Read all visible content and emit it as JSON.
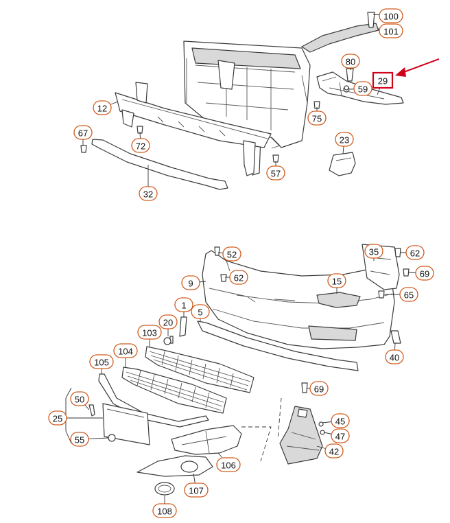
{
  "diagram": {
    "highlighted_part": "29",
    "accent_color": "#d05a1c",
    "highlight_color": "#d0021b",
    "callouts": [
      {
        "id": "c100",
        "label": "100"
      },
      {
        "id": "c101",
        "label": "101"
      },
      {
        "id": "c80",
        "label": "80"
      },
      {
        "id": "c29",
        "label": "29"
      },
      {
        "id": "c59",
        "label": "59"
      },
      {
        "id": "c75",
        "label": "75"
      },
      {
        "id": "c12",
        "label": "12"
      },
      {
        "id": "c67",
        "label": "67"
      },
      {
        "id": "c72",
        "label": "72"
      },
      {
        "id": "c23",
        "label": "23"
      },
      {
        "id": "c57",
        "label": "57"
      },
      {
        "id": "c32",
        "label": "32"
      },
      {
        "id": "c52",
        "label": "52"
      },
      {
        "id": "c35",
        "label": "35"
      },
      {
        "id": "c62a",
        "label": "62"
      },
      {
        "id": "c62b",
        "label": "62"
      },
      {
        "id": "c69a",
        "label": "69"
      },
      {
        "id": "c9",
        "label": "9"
      },
      {
        "id": "c15",
        "label": "15"
      },
      {
        "id": "c65",
        "label": "65"
      },
      {
        "id": "c1",
        "label": "1"
      },
      {
        "id": "c20",
        "label": "20"
      },
      {
        "id": "c5",
        "label": "5"
      },
      {
        "id": "c103",
        "label": "103"
      },
      {
        "id": "c40",
        "label": "40"
      },
      {
        "id": "c104",
        "label": "104"
      },
      {
        "id": "c105",
        "label": "105"
      },
      {
        "id": "c69b",
        "label": "69"
      },
      {
        "id": "c50",
        "label": "50"
      },
      {
        "id": "c25",
        "label": "25"
      },
      {
        "id": "c45",
        "label": "45"
      },
      {
        "id": "c47",
        "label": "47"
      },
      {
        "id": "c55",
        "label": "55"
      },
      {
        "id": "c42",
        "label": "42"
      },
      {
        "id": "c106",
        "label": "106"
      },
      {
        "id": "c107",
        "label": "107"
      },
      {
        "id": "c108",
        "label": "108"
      }
    ]
  }
}
